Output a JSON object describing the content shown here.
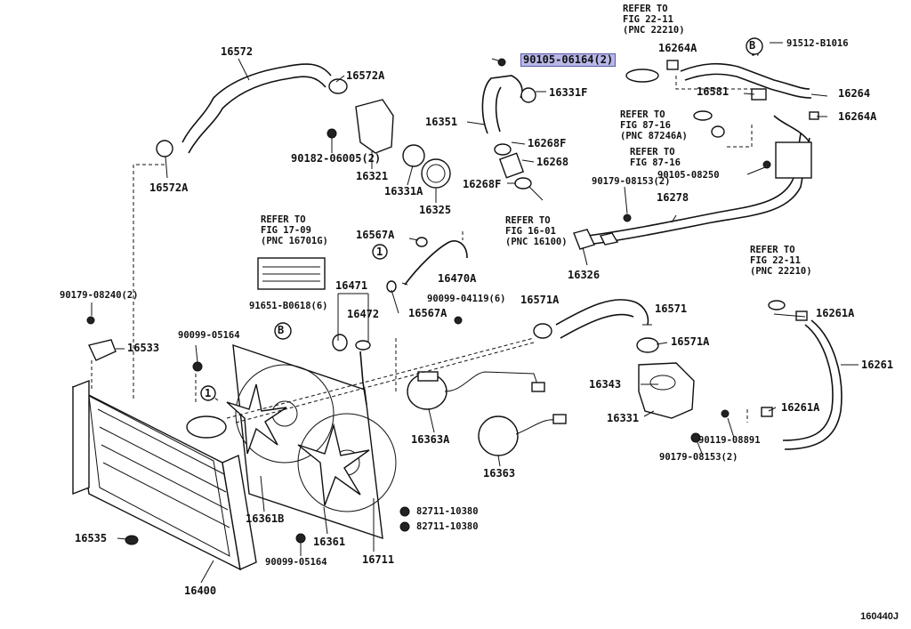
{
  "diagram": {
    "labels": {
      "p16572": "16572",
      "p16572A_top": "16572A",
      "p16572A_left": "16572A",
      "p90182": "90182-06005(2)",
      "p16321": "16321",
      "p16331A": "16331A",
      "p16325": "16325",
      "p90105_06164": "90105-06164(2)",
      "p16331F": "16331F",
      "p16351": "16351",
      "p16268F_a": "16268F",
      "p16268": "16268",
      "p16268F_b": "16268F",
      "p16264A_top": "16264A",
      "p91512": "91512-B1016",
      "p16581": "16581",
      "p16264": "16264",
      "p16264A_right": "16264A",
      "p90105_08250": "90105-08250",
      "p90179_08153_top": "90179-08153(2)",
      "p16278": "16278",
      "p16326": "16326",
      "p16567A_a": "16567A",
      "p16470A": "16470A",
      "p16567A_b": "16567A",
      "p16471": "16471",
      "p16472": "16472",
      "p90099_04119": "90099-04119(6)",
      "p16571A_a": "16571A",
      "p16571": "16571",
      "p16571A_b": "16571A",
      "p90179_08240": "90179-08240(2)",
      "p91651": "91651-B0618(6)",
      "p90099_05164_a": "90099-05164",
      "p16533": "16533",
      "p16363A": "16363A",
      "p16363": "16363",
      "p16343": "16343",
      "p16331": "16331",
      "p90119": "90119-08891",
      "p90179_08153_bot": "90179-08153(2)",
      "p16261A_a": "16261A",
      "p16261": "16261",
      "p16261A_b": "16261A",
      "p16361B": "16361B",
      "p16361": "16361",
      "p16711": "16711",
      "p82711_a": "82711-10380",
      "p82711_b": "82711-10380",
      "p16535": "16535",
      "p90099_05164_b": "90099-05164",
      "p16400": "16400"
    },
    "references": {
      "fig22_top": "REFER TO\nFIG 22-11\n(PNC 22210)",
      "fig87_a": "REFER TO\nFIG 87-16\n(PNC 87246A)",
      "fig87_b": "REFER TO\nFIG 87-16",
      "fig16": "REFER TO\nFIG 16-01\n(PNC 16100)",
      "fig17": "REFER TO\nFIG 17-09\n(PNC 16701G)",
      "fig22_right": "REFER TO\nFIG 22-11\n(PNC 22210)"
    },
    "markers": {
      "B": "B",
      "one": "1"
    },
    "drawing_code": "160440J",
    "highlight_color": "#b7b7e8"
  }
}
